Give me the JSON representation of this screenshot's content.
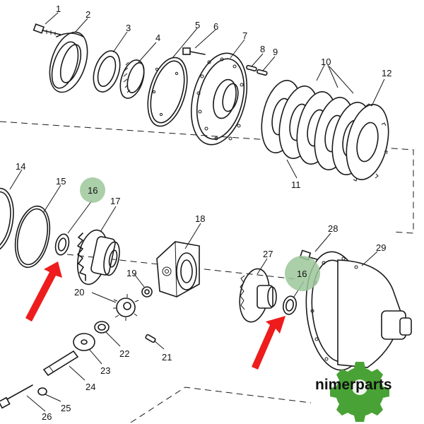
{
  "labels": {
    "l1": "1",
    "l2": "2",
    "l3": "3",
    "l4": "4",
    "l5": "5",
    "l6": "6",
    "l7": "7",
    "l8": "8",
    "l9": "9",
    "l10": "10",
    "l11": "11",
    "l12": "12",
    "l14": "14",
    "l15": "15",
    "l16a": "16",
    "l16b": "16",
    "l17": "17",
    "l18": "18",
    "l19": "19",
    "l20": "20",
    "l21": "21",
    "l22": "22",
    "l23": "23",
    "l24": "24",
    "l25": "25",
    "l26": "26",
    "l27": "27",
    "l28": "28",
    "l29": "29"
  },
  "highlight": {
    "circle_color": "#9cc79a",
    "arrow_color": "#ee1c1c"
  },
  "watermark": {
    "brand": "nimerparts",
    "gear_color": "#49a235"
  }
}
